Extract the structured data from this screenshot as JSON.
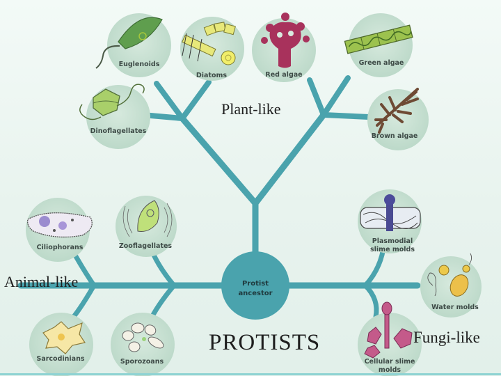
{
  "colors": {
    "branch": "#4aa3ad",
    "node_fill": "#cfe5d8",
    "center_fill": "#4aa3ad",
    "background": "#e8f3ee"
  },
  "center": {
    "line1": "Protist",
    "line2": "ancestor"
  },
  "groups": {
    "plant_like": "Plant-like",
    "animal_like": "Animal-like",
    "fungi_like": "Fungi-like"
  },
  "title": "PROTISTS",
  "nodes": {
    "euglenoids": "Euglenoids",
    "diatoms": "Diatoms",
    "red_algae": "Red algae",
    "green_algae": "Green algae",
    "brown_algae": "Brown algae",
    "dinoflagellates": "Dinoflagellates",
    "ciliophorans": "Ciliophorans",
    "zooflagellates": "Zooflagellates",
    "sarcodinians": "Sarcodinians",
    "sporozoans": "Sporozoans",
    "plasmodial_l1": "Plasmodial",
    "plasmodial_l2": "slime molds",
    "water_molds": "Water molds",
    "cellular_l1": "Cellular slime",
    "cellular_l2": "molds"
  }
}
